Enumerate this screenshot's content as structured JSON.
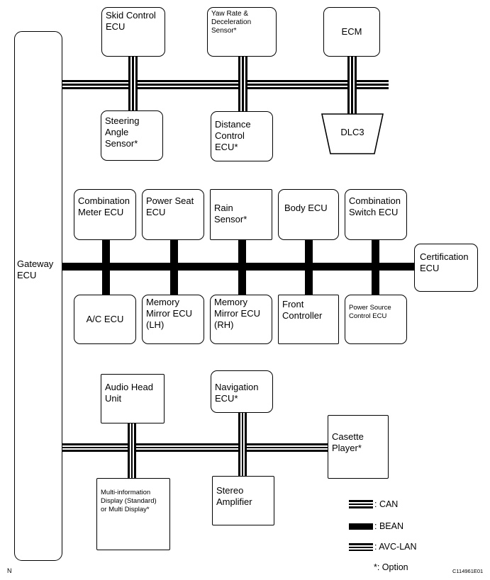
{
  "gateway": {
    "label": "Gateway\nECU"
  },
  "can_group": {
    "skid_control": "Skid Control\nECU",
    "yaw_rate": "Yaw Rate &\nDeceleration\nSensor*",
    "ecm": "ECM",
    "steering_angle": "Steering\nAngle\nSensor*",
    "distance_control": "Distance\nControl ECU*",
    "dlc3": "DLC3"
  },
  "bean_group": {
    "combination_meter": "Combination\nMeter ECU",
    "power_seat": "Power Seat\nECU",
    "rain_sensor": "Rain Sensor*",
    "body_ecu": "Body ECU",
    "combination_switch": "Combination\nSwitch ECU",
    "certification": "Certification\nECU",
    "ac_ecu": "A/C ECU",
    "memory_mirror_lh": "Memory\nMirror ECU\n(LH)",
    "memory_mirror_rh": "Memory\nMirror ECU\n(RH)",
    "front_controller": "Front\nController",
    "power_source": "Power Source\nControl ECU"
  },
  "avc_group": {
    "audio_head": "Audio Head\nUnit",
    "navigation": "Navigation\nECU*",
    "cassette": "Casette\nPlayer*",
    "multi_display": "Multi-information\nDisplay (Standard)\nor Multi Display*",
    "stereo_amp": "Stereo\nAmplifier"
  },
  "legend": {
    "can": ": CAN",
    "bean": ": BEAN",
    "avc_lan": ": AVC-LAN",
    "option": "*: Option"
  },
  "footer": {
    "left_mark": "N",
    "figure_id": "C114961E01"
  }
}
